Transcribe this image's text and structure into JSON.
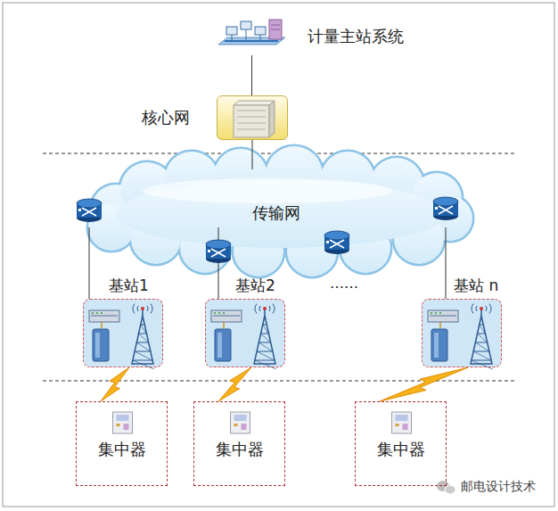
{
  "diagram": {
    "nodes": [
      {
        "text": [
          "计量主站系统"
        ]
      },
      {
        "text": [
          "核心网"
        ]
      },
      {
        "text": [
          "传输网"
        ]
      },
      {
        "text": [
          "基站1"
        ]
      },
      {
        "text": [
          "基站2"
        ]
      },
      {
        "text": [
          "基站 n"
        ]
      },
      {
        "text": [
          "集中器"
        ]
      },
      {
        "text": [
          "集中器"
        ]
      },
      {
        "text": [
          "集中器"
        ]
      }
    ],
    "edges": [
      {
        "from": 0,
        "to": 1,
        "arrow": "none"
      },
      {
        "from": 1,
        "to": 2,
        "arrow": "none"
      },
      {
        "from": 2,
        "to": 3,
        "arrow": "none"
      },
      {
        "from": 2,
        "to": 4,
        "arrow": "none"
      },
      {
        "from": 2,
        "to": 5,
        "arrow": "none"
      },
      {
        "from": 3,
        "to": 6,
        "arrow": "none"
      },
      {
        "from": 4,
        "to": 7,
        "arrow": "none"
      },
      {
        "from": 5,
        "to": 8,
        "arrow": "none"
      }
    ],
    "labels": [
      "……",
      "邮电设计技术"
    ]
  }
}
